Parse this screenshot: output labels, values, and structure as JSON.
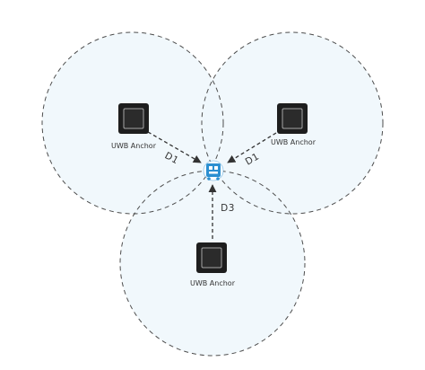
{
  "colors": {
    "range_fill": "#eef7fc",
    "range_stroke": "#4d4d4d",
    "anchor_outer": "#1e1e1e",
    "anchor_inner": "#2b2b2b",
    "anchor_inner_stroke": "#a6a6a6",
    "arrow": "#333333",
    "tag_accent": "#2b8fd1",
    "tag_body": "#ffffff",
    "label": "#333333"
  },
  "anchors": [
    {
      "label": "UWB Anchor",
      "icon": "uwb-anchor-icon"
    },
    {
      "label": "UWB Anchor",
      "icon": "uwb-anchor-icon"
    },
    {
      "label": "UWB Anchor",
      "icon": "uwb-anchor-icon"
    }
  ],
  "distances": [
    {
      "label": "D1"
    },
    {
      "label": "D1"
    },
    {
      "label": "D3"
    }
  ],
  "tag": {
    "icon": "uwb-tag-icon"
  }
}
